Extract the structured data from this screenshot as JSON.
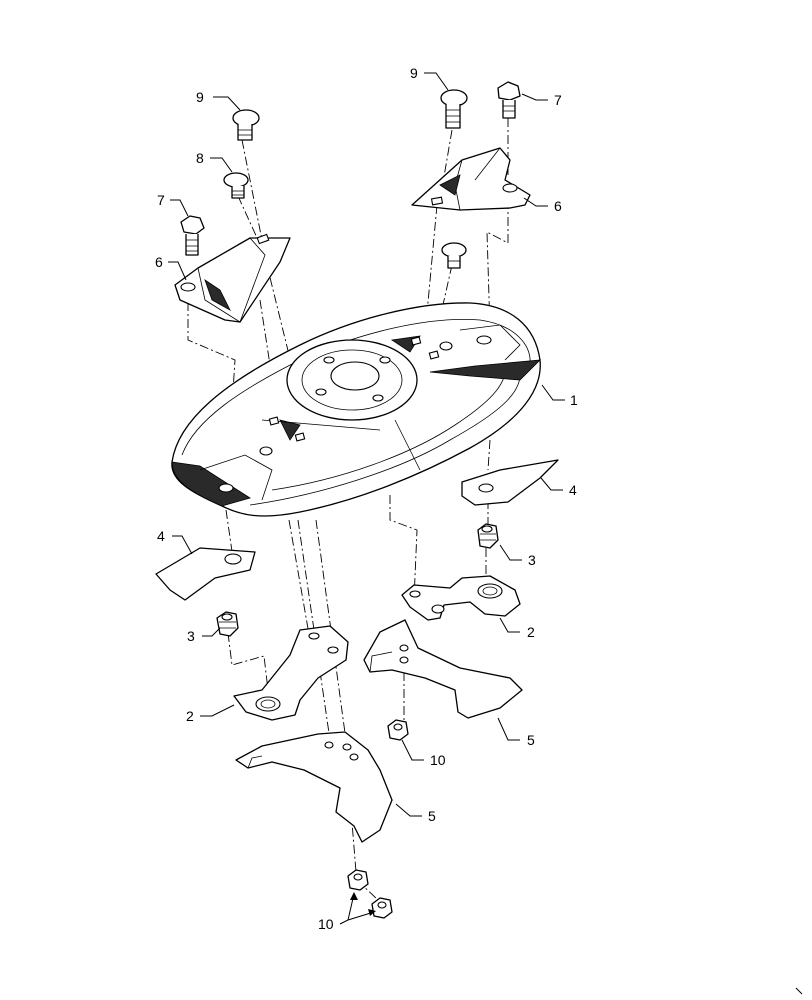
{
  "callouts": [
    {
      "id": "c9a",
      "text": "9"
    },
    {
      "id": "c8",
      "text": "8"
    },
    {
      "id": "c7a",
      "text": "7"
    },
    {
      "id": "c6a",
      "text": "6"
    },
    {
      "id": "c9b",
      "text": "9"
    },
    {
      "id": "c7b",
      "text": "7"
    },
    {
      "id": "c6b",
      "text": "6"
    },
    {
      "id": "c1",
      "text": "1"
    },
    {
      "id": "c4a",
      "text": "4"
    },
    {
      "id": "c4b",
      "text": "4"
    },
    {
      "id": "c3a",
      "text": "3"
    },
    {
      "id": "c3b",
      "text": "3"
    },
    {
      "id": "c2a",
      "text": "2"
    },
    {
      "id": "c2b",
      "text": "2"
    },
    {
      "id": "c5a",
      "text": "5"
    },
    {
      "id": "c5b",
      "text": "5"
    },
    {
      "id": "c10a",
      "text": "10"
    },
    {
      "id": "c10b",
      "text": "10"
    }
  ]
}
